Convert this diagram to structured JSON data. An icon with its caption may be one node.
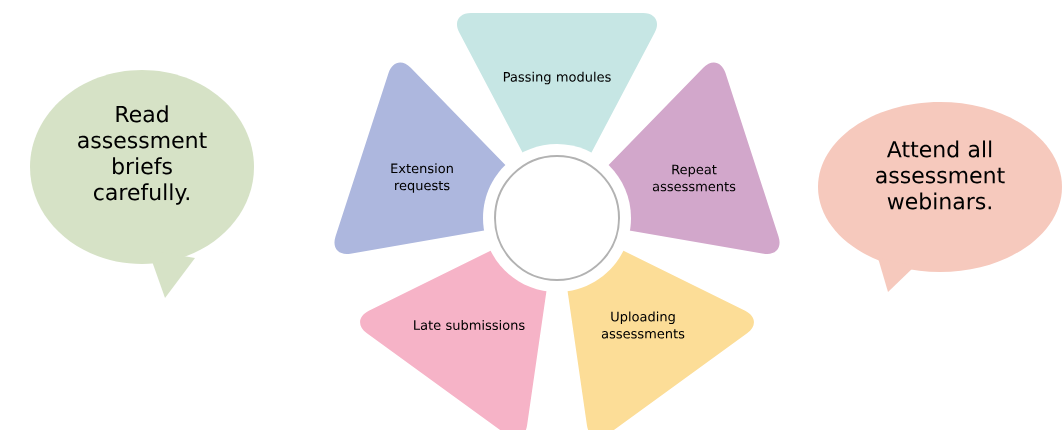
{
  "diagram": {
    "nodes": [
      {
        "text": [
          "Read assessment briefs carefully."
        ]
      },
      {
        "text": [
          "Passing modules"
        ]
      },
      {
        "text": [
          "Extension requests"
        ]
      },
      {
        "text": [
          "Repeat assessments"
        ]
      },
      {
        "text": [
          "Late submissions"
        ]
      },
      {
        "text": [
          "Uploading assessments"
        ]
      },
      {
        "text": [],
        "shape": "circle"
      },
      {
        "text": [
          "Attend all assessment webinars."
        ]
      }
    ]
  }
}
